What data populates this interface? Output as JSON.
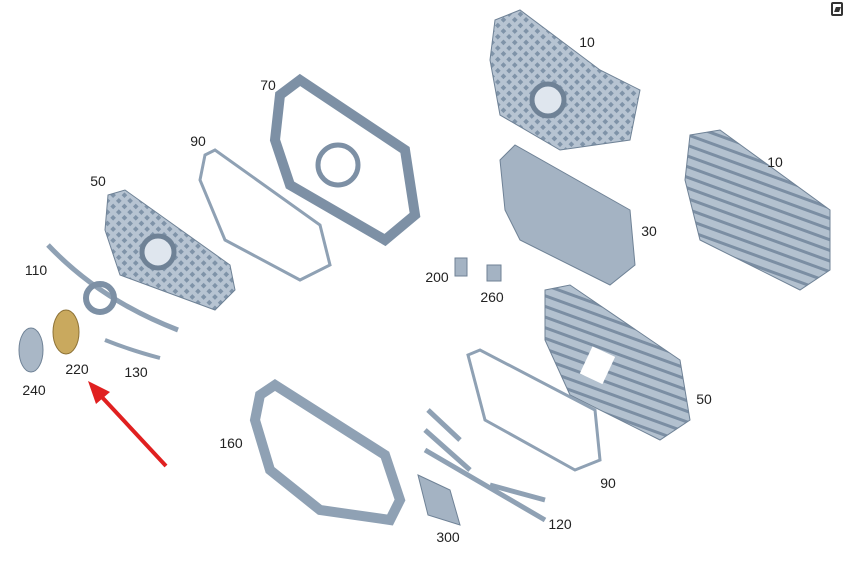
{
  "toolbar": {
    "edit_icon": "edit-icon"
  },
  "colors": {
    "part": "#9aaabd",
    "part_dark": "#6f8296",
    "emblem": "#c9a95e",
    "arrow": "#e02020"
  },
  "callouts": [
    {
      "id": "grille-top",
      "label": "10"
    },
    {
      "id": "grille-frame-70",
      "label": "70"
    },
    {
      "id": "trim-90-upper",
      "label": "90"
    },
    {
      "id": "grille-right",
      "label": "10"
    },
    {
      "id": "grille-diamond",
      "label": "50"
    },
    {
      "id": "bracket-30",
      "label": "30"
    },
    {
      "id": "trim-110",
      "label": "110"
    },
    {
      "id": "clip-200",
      "label": "200"
    },
    {
      "id": "clip-260",
      "label": "260"
    },
    {
      "id": "emblem-220",
      "label": "220"
    },
    {
      "id": "trim-130",
      "label": "130"
    },
    {
      "id": "cover-240",
      "label": "240"
    },
    {
      "id": "grille-50-lower",
      "label": "50"
    },
    {
      "id": "frame-160",
      "label": "160"
    },
    {
      "id": "trim-90-lower",
      "label": "90"
    },
    {
      "id": "strips-120",
      "label": "120"
    },
    {
      "id": "plate-300",
      "label": "300"
    }
  ]
}
